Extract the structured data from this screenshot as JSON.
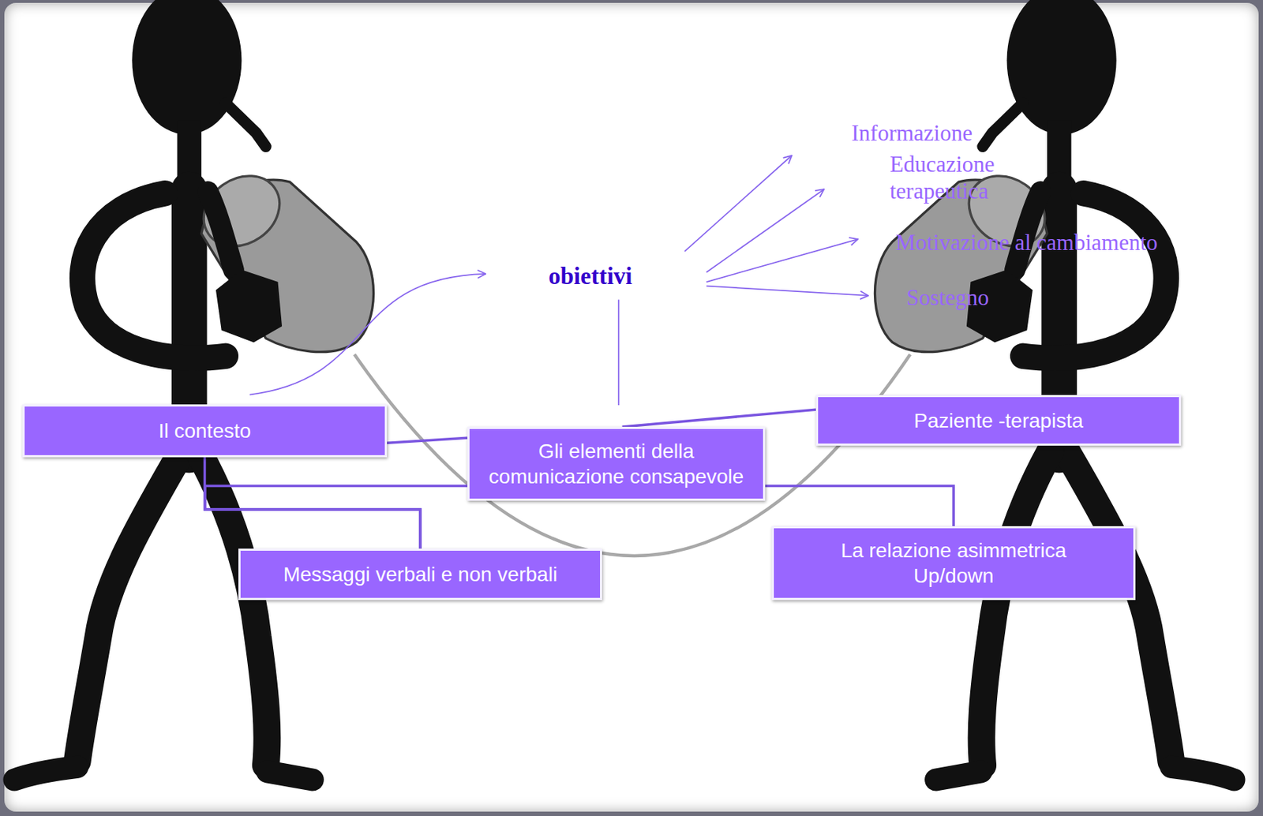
{
  "diagram": {
    "nodes": [
      {
        "text": [
          "Il contesto"
        ]
      },
      {
        "text": [
          "Gli elementi della comunicazione consapevole"
        ]
      },
      {
        "text": [
          "Paziente -terapista"
        ]
      },
      {
        "text": [
          "Messaggi verbali e non verbali"
        ]
      },
      {
        "text": [
          "La relazione asimmetrica",
          "Up/down"
        ]
      }
    ],
    "edges": [
      {
        "from": 0,
        "to": 1,
        "arrow": "none"
      },
      {
        "from": 1,
        "to": 2,
        "arrow": "none"
      },
      {
        "from": 1,
        "to": 3,
        "arrow": "none"
      },
      {
        "from": 0,
        "to": 3,
        "arrow": "none"
      },
      {
        "from": 1,
        "to": 4,
        "arrow": "none"
      }
    ],
    "labels": [
      "obiettivi",
      "Informazione",
      "Educazione terapeutica",
      "Motivazione al cambiamento",
      "Sostegno"
    ]
  }
}
